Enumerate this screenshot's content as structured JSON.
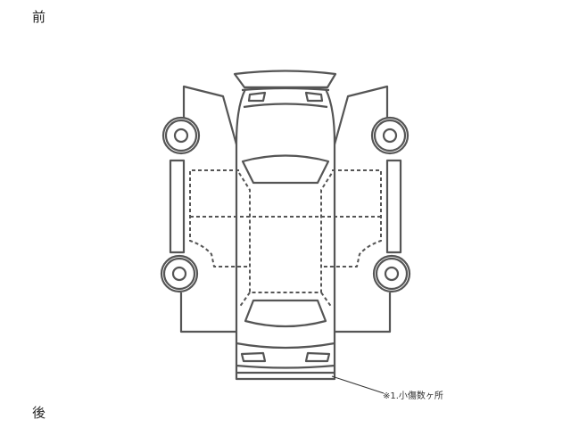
{
  "labels": {
    "front": "前",
    "rear": "後"
  },
  "annotations": [
    {
      "text": "※1.小傷数ヶ所",
      "part": "rear-bumper"
    }
  ],
  "colors": {
    "outline": "#555555",
    "text": "#222222"
  }
}
